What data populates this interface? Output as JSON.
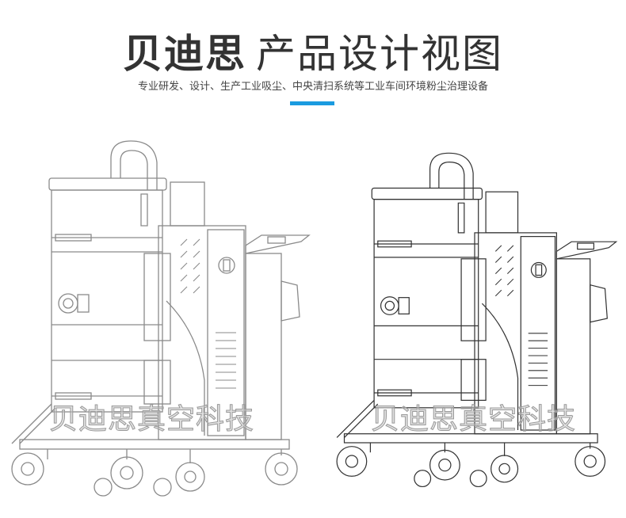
{
  "header": {
    "brand": "贝迪思",
    "title_rest": "产品设计视图",
    "subtitle": "专业研发、设计、生产工业吸尘、中央清扫系统等工业车间环境粉尘治理设备",
    "accent_color": "#1a9be0"
  },
  "watermarks": [
    "贝迪思真空科技",
    "贝迪思真空科技"
  ],
  "drawings": [
    {
      "name": "industrial-vacuum-view-left",
      "stroke": "#8a8a8a"
    },
    {
      "name": "industrial-vacuum-view-right",
      "stroke": "#333333"
    }
  ]
}
